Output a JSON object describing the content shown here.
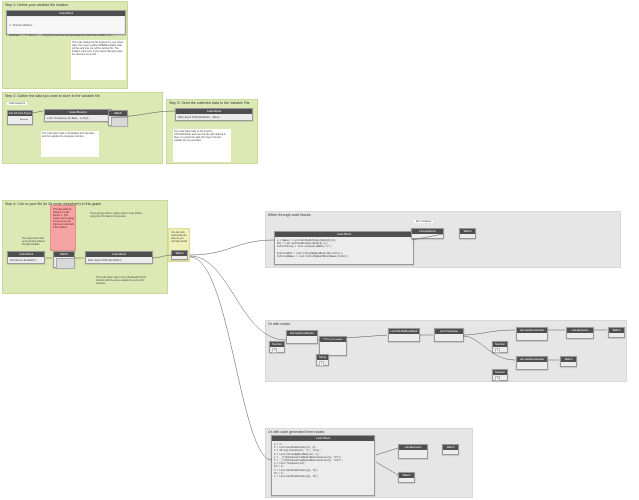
{
  "step1": {
    "title": "Step 1: Define your variable file location",
    "node_title": "Code Block",
    "code_line1": "// Declare/Define",
    "code_line2": "dataPath = \"C:\\Users\\...\\Dropbox\\Desktop\\Dynamo\\Samples\\Data\\ParsedCSV.csv\";",
    "note": "This code defines the file location for your output data. You need to define WHERE variable data will live and how you will be storing this. The location must exist. If you haven't already made the directory do so first."
  },
  "step2": {
    "title": "Step 2: Gather the data you want to store in the variable file",
    "sub_title": "Grab Analytics",
    "node_all_elements": "Get All Line Types",
    "node_codeblock": "Code Block(s)",
    "node_watch": "Watch",
    "code": "List.Transpose([A.Name, A.Id]);",
    "port_label": "Element",
    "note": "This code block calls on all families from Dynamo and then applies the transpose function."
  },
  "step3": {
    "title": "Step 3: Send the collected data to the Variable File",
    "node_title": "Code Block",
    "code": "Data.ExportCSV(dataPath, data);",
    "note": "This code block calls on the function CSV.WriteToFile and uses the file path defined in Step 1 to export the data from step 2 into the variable file you specified."
  },
  "step4": {
    "title": "Step 4: Call on your file (in 2d mode elsewhere) in this graph",
    "red_note": "This (file path) for (where) in code blocks. 1. This means you're going to have to set up some test code with CSV readers.",
    "yellow_note": "You can now manipulate the data as you normally would",
    "node_code": "Code Block",
    "node_watch": "Watch",
    "node_read": "Code Block",
    "read_code": "Data.ImportCSV(dataPath);",
    "code_left": "Variables(dataPath);",
    "note_top": "These groups will be making calls to code blocks, using the CSV data in this section.",
    "note_bottom": "This code block calls on the CSVReadFromFile function with the same variable file as the first example.",
    "note_left": "The code block calls on previously defined file path variable.",
    "node_watch2": "Watch"
  },
  "groupA": {
    "title": "Either through code blocks",
    "code_title": "Code Block",
    "code": "a = Names = List.GetItemAtIndex(Data[0],0);\nIDs = List.GetItemAtIndex(Data[1],1);\nFilterString = List.Contains(Names,\"L\");\n\nFilteredIDs = List.FilterByBoolMask(IDs,Filter);\nFilteredNames = List.FilterByBoolMask(Names,Filter);",
    "watch_label": "Error Analysis",
    "node_watch": "Watch",
    "node_list": "List.GetItems"
  },
  "groupB": {
    "title": "Or with nodes",
    "number_label": "Number",
    "number_value": "0",
    "node_getitem": "List.GetItemAtIndex",
    "node_string": "String.Contains",
    "node_filter": "List.FilterByBoolMask",
    "node_transpose": "List.Transpose",
    "node_getitem2": "List.GetItemAtIndex",
    "node_elements": "List.Elements",
    "node_watch": "Watch",
    "node_string2": "String",
    "string_value": "L",
    "node_getitem3": "List.GetItemAtIndex",
    "number2_value": "1",
    "number3_value": "0",
    "node_watch2": "Watch"
  },
  "groupC": {
    "title": "Or with code generated from nodes",
    "code_title": "Code Block",
    "code": "a = t;\nb = List.GetItemAtIndex(t1, 0);\nc = String.Contains(b, \"L\", true);\nd = List.FilterByBoolMask(t2, c);\ne = __TryGetValueFromNestedDictionaries(d, \"in\");\nf = __TryGetValueFromNestedDictionaries(d, \"out\");\ng = List.Transpose(t3);\nt4 = 0;\nh = List.GetItemAtIndex(g1, t4);\nt5 = 1;\ni = List.GetItemAtIndex(g2, t5);",
    "node_list": "List.Elements",
    "node_watch": "Watch",
    "node_watch2": "Watch"
  }
}
